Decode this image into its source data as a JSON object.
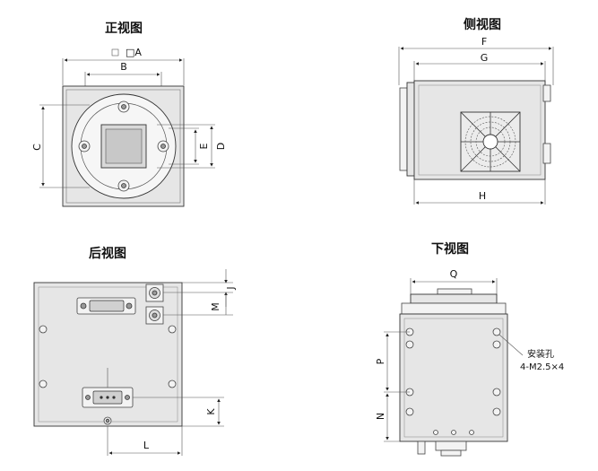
{
  "views": {
    "front": {
      "title": "正视图"
    },
    "side": {
      "title": "侧视图"
    },
    "rear": {
      "title": "后视图"
    },
    "bottom": {
      "title": "下视图"
    }
  },
  "dimensions": {
    "A": "□A",
    "B": "B",
    "C": "C",
    "D": "D",
    "E": "E",
    "F": "F",
    "G": "G",
    "H": "H",
    "J": "J",
    "M": "M",
    "K": "K",
    "L": "L",
    "Q": "Q",
    "P": "P",
    "N": "N"
  },
  "notes": {
    "mount_holes_line1": "安装孔",
    "mount_holes_line2": "4-M2.5×4"
  }
}
